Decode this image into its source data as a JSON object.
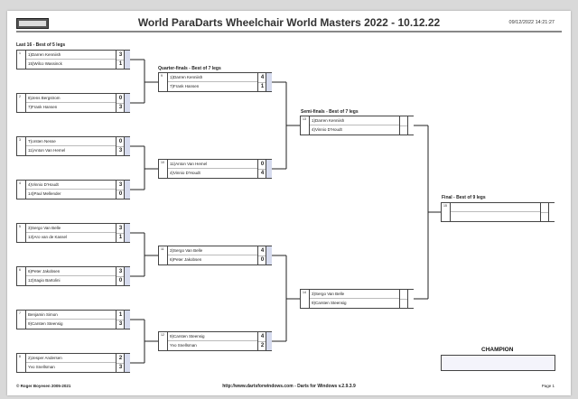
{
  "header": {
    "title": "World ParaDarts Wheelchair World Masters 2022 - 10.12.22",
    "date": "09/12/2022 14:21:27"
  },
  "rounds": {
    "last16": "Last 16 - Best of 5 legs",
    "quarter": "Quarter-finals - Best of 7 legs",
    "semi": "Semi-finals - Best of 7 legs",
    "final": "Final - Best of 9 legs"
  },
  "last16": [
    {
      "num": "1",
      "p1": "1)Darren Kenniish",
      "p2": "15)Wilco Wassinck",
      "s1": "3",
      "s2": "1"
    },
    {
      "num": "2",
      "p1": "8)Jens Bergstrom",
      "p2": "7)Frank Hansen",
      "s1": "0",
      "s2": "3"
    },
    {
      "num": "3",
      "p1": "T)orsten Nessе",
      "p2": "11)Anton Van Hemel",
      "s1": "0",
      "s2": "3"
    },
    {
      "num": "4",
      "p1": "4)Vinnio D'Houdt",
      "p2": "14)Paul Mellender",
      "s1": "3",
      "s2": "0"
    },
    {
      "num": "5",
      "p1": "3)Sergo Van Belle",
      "p2": "13)Aro van de Kassel",
      "s1": "3",
      "s2": "1"
    },
    {
      "num": "6",
      "p1": "6)Peter Jakobsen",
      "p2": "12)Sagio Bartolini",
      "s1": "3",
      "s2": "0"
    },
    {
      "num": "7",
      "p1": "Benjamin Simon",
      "p2": "9)Carsten Steensig",
      "s1": "1",
      "s2": "3"
    },
    {
      "num": "8",
      "p1": "2)Jesper Andersen",
      "p2": "Yvo Snellsman",
      "s1": "2",
      "s2": "3"
    }
  ],
  "quarters": [
    {
      "num": "9",
      "p1": "1)Darren Kenniish",
      "p2": "7)Frank Hansen",
      "s1": "4",
      "s2": "1"
    },
    {
      "num": "10",
      "p1": "11)Anton Van Hemel",
      "p2": "4)Vinnio D'Houdt",
      "s1": "0",
      "s2": "4"
    },
    {
      "num": "11",
      "p1": "3)Sergo Van Belle",
      "p2": "6)Peter Jakobsen",
      "s1": "4",
      "s2": "0"
    },
    {
      "num": "12",
      "p1": "9)Carsten Steensig",
      "p2": "Yvo Snellsman",
      "s1": "4",
      "s2": "2"
    }
  ],
  "semis": [
    {
      "num": "13",
      "p1": "1)Darren Kenniish",
      "p2": "4)Vinnio D'Houdt",
      "s1": "",
      "s2": ""
    },
    {
      "num": "14",
      "p1": "3)Sergo Van Belle",
      "p2": "9)Carsten Steensig",
      "s1": "",
      "s2": ""
    }
  ],
  "final": {
    "num": "15",
    "p1": "",
    "p2": "",
    "s1": "",
    "s2": ""
  },
  "champion": {
    "label": "CHAMPION",
    "name": ""
  },
  "footer": {
    "left": "© Roger Boyesen 2005-2021",
    "center": "http://www.dartsforwindows.com - Darts for Windows v.2.9.3.9",
    "right": "Page 1"
  }
}
